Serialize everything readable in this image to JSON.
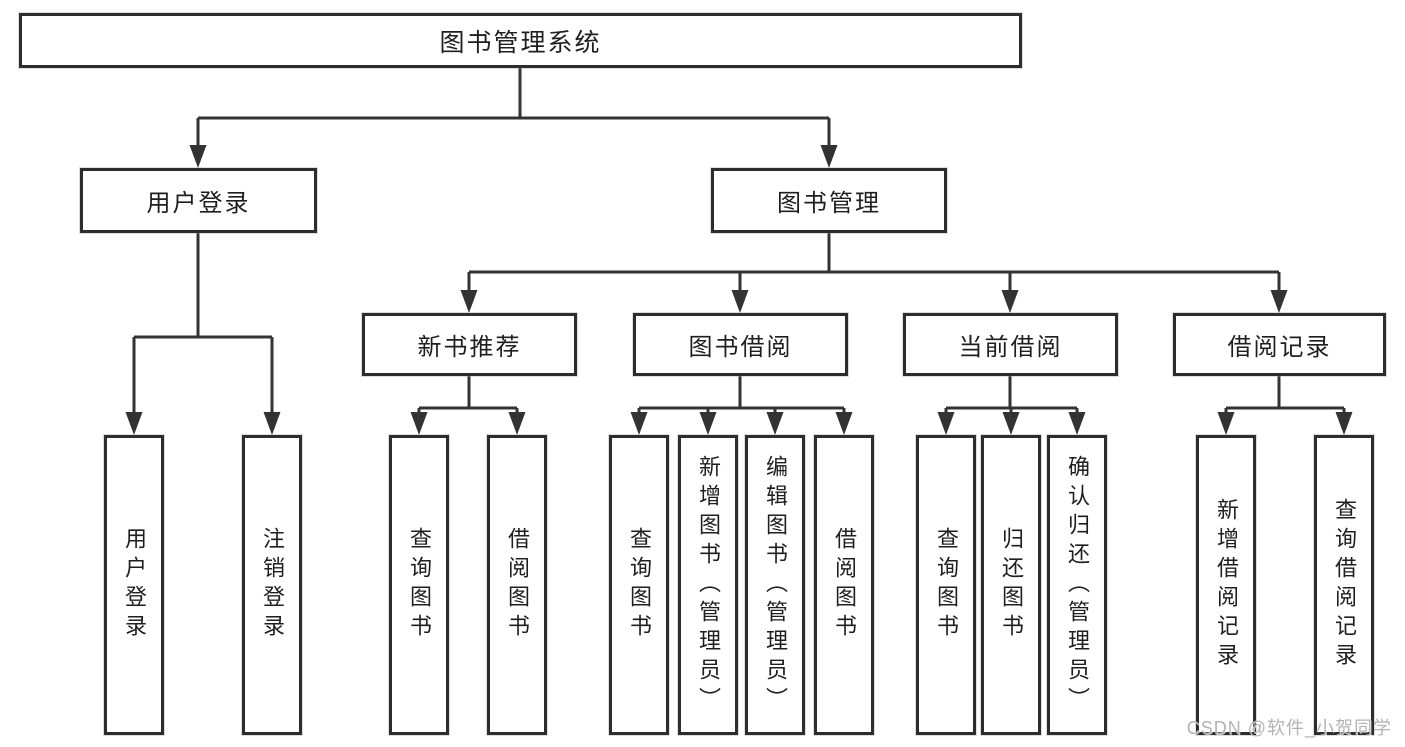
{
  "tree": {
    "root": {
      "label": "图书管理系统"
    },
    "branches": [
      {
        "label": "用户登录",
        "children": [
          {
            "label": "用户登录"
          },
          {
            "label": "注销登录"
          }
        ]
      },
      {
        "label": "图书管理",
        "children": [
          {
            "label": "新书推荐",
            "children": [
              {
                "label": "查询图书"
              },
              {
                "label": "借阅图书"
              }
            ]
          },
          {
            "label": "图书借阅",
            "children": [
              {
                "label": "查询图书"
              },
              {
                "label": "新增图书（管理员）"
              },
              {
                "label": "编辑图书（管理员）"
              },
              {
                "label": "借阅图书"
              }
            ]
          },
          {
            "label": "当前借阅",
            "children": [
              {
                "label": "查询图书"
              },
              {
                "label": "归还图书"
              },
              {
                "label": "确认归还（管理员）"
              }
            ]
          },
          {
            "label": "借阅记录",
            "children": [
              {
                "label": "新增借阅记录"
              },
              {
                "label": "查询借阅记录"
              }
            ]
          }
        ]
      }
    ]
  },
  "watermark": {
    "text": "CSDN @软件_小贺同学"
  },
  "colors": {
    "line": "#333333",
    "border": "#2d2d2d",
    "text": "#1f1f1f",
    "watermark": "#b3b3b3"
  }
}
